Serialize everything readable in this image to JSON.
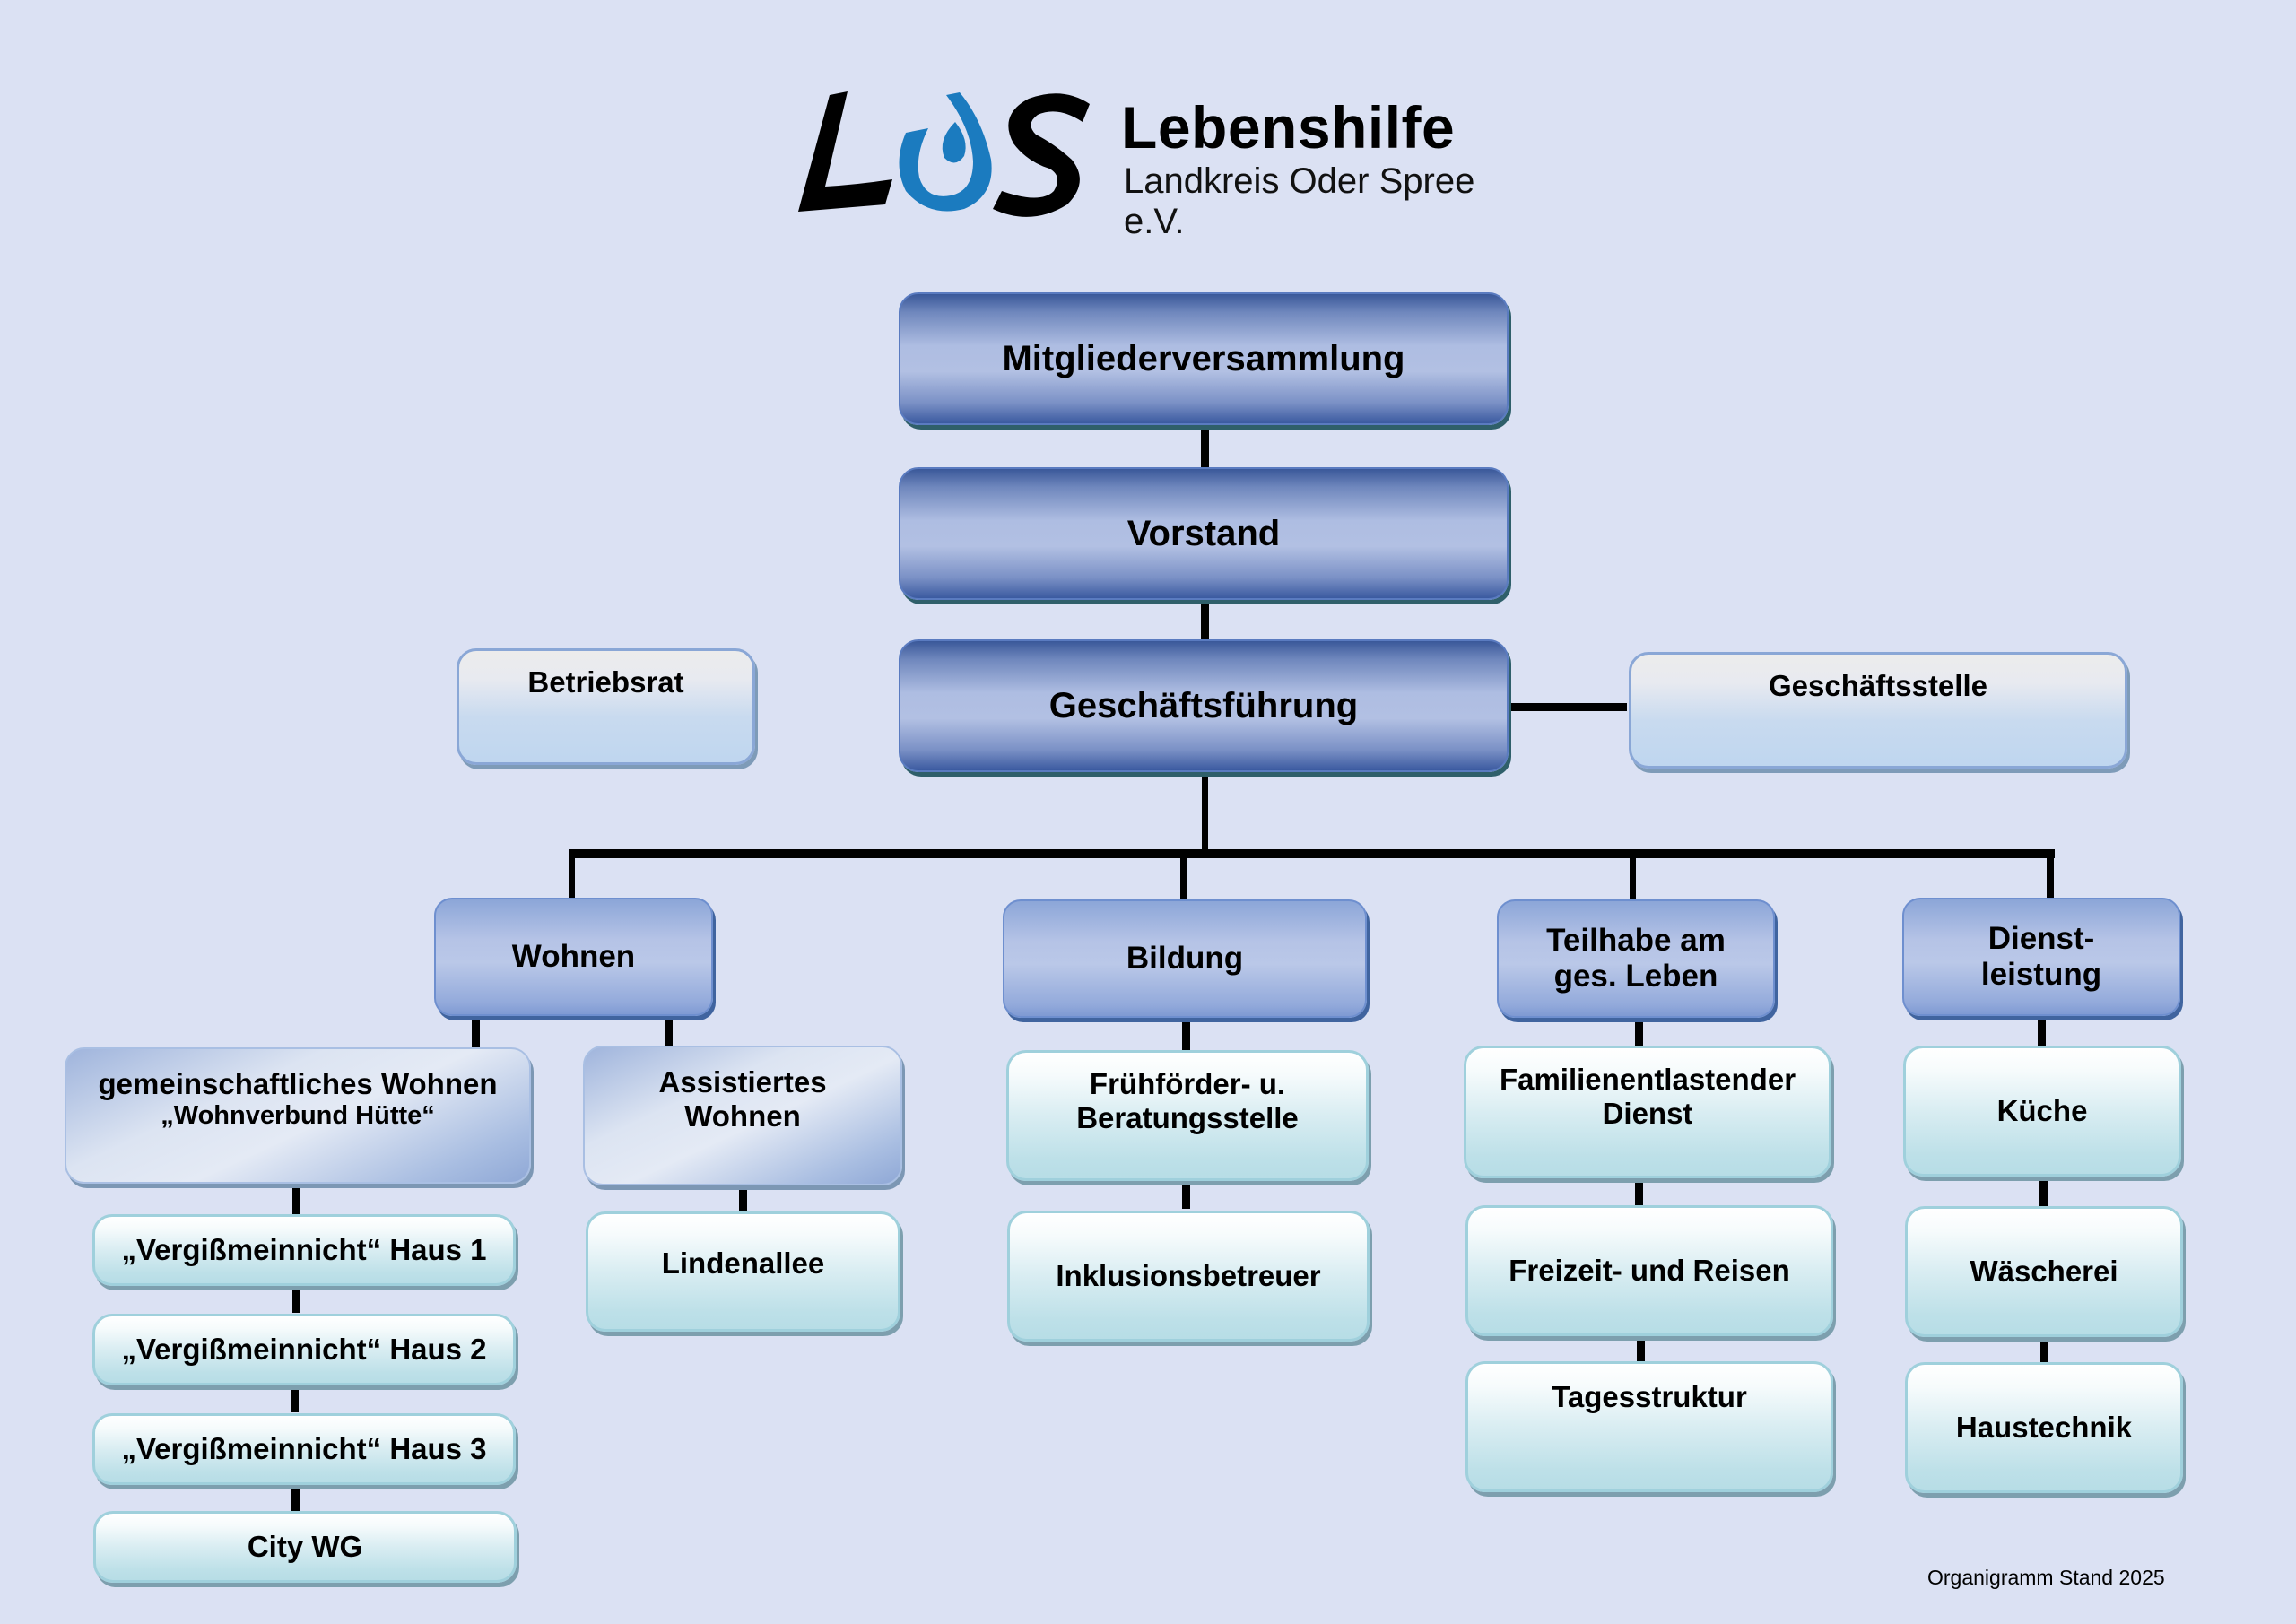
{
  "logo": {
    "mark_letters": [
      "L",
      "S"
    ],
    "name": "Lebenshilfe",
    "subtitle": "Landkreis Oder Spree e.V.",
    "colors": {
      "mark_black": "#000000",
      "mark_blue": "#1b7bbf"
    }
  },
  "top_level": {
    "members_assembly": "Mitgliederversammlung",
    "board": "Vorstand",
    "management": "Geschäftsführung"
  },
  "staff": {
    "works_council": "Betriebsrat",
    "office": "Geschäftsstelle"
  },
  "departments": [
    {
      "label": "Wohnen",
      "children": [
        {
          "label_line1": "gemeinschaftliches Wohnen",
          "label_line2": "„Wohnverbund Hütte“",
          "children": [
            "„Vergißmeinnicht“ Haus 1",
            "„Vergißmeinnicht“ Haus 2",
            "„Vergißmeinnicht“ Haus 3",
            "City WG"
          ]
        },
        {
          "label_line1": "Assistiertes",
          "label_line2": "Wohnen",
          "children": [
            "Lindenallee"
          ]
        }
      ]
    },
    {
      "label": "Bildung",
      "children": [
        {
          "label_line1": "Frühförder- u.",
          "label_line2": "Beratungsstelle"
        },
        {
          "label_line1": "Inklusionsbetreuer"
        }
      ]
    },
    {
      "label_line1": "Teilhabe am",
      "label_line2": "ges. Leben",
      "children": [
        {
          "label_line1": "Familienentlastender",
          "label_line2": "Dienst"
        },
        {
          "label_line1": "Freizeit- und Reisen"
        },
        {
          "label_line1": "Tagesstruktur"
        }
      ]
    },
    {
      "label_line1": "Dienst-",
      "label_line2": "leistung",
      "children": [
        {
          "label_line1": "Küche"
        },
        {
          "label_line1": "Wäscherei"
        },
        {
          "label_line1": "Haustechnik"
        }
      ]
    }
  ],
  "footer": {
    "note": "Organigramm Stand 2025"
  },
  "colors": {
    "background": "#dbe1f3",
    "dark_box": "#3b5aa0",
    "mid_box": "#8ca6d8",
    "light_box": "#bde0e8",
    "connector": "#000000"
  }
}
